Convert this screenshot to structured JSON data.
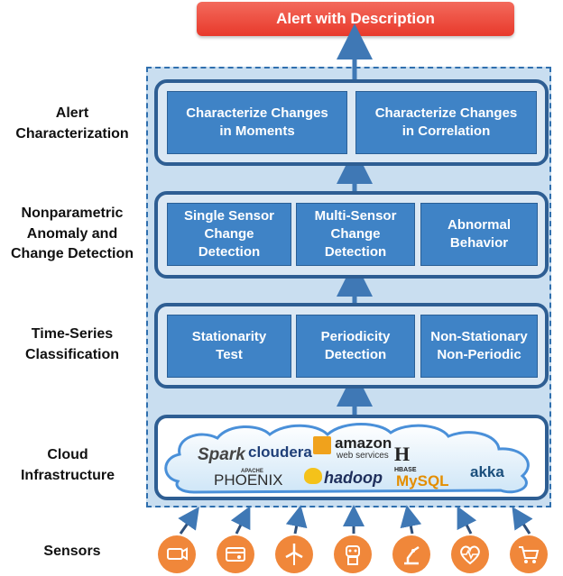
{
  "alert": "Alert with Description",
  "layers": [
    {
      "label": "Alert Characterization",
      "boxes": [
        "Characterize Changes in Moments",
        "Characterize Changes in Correlation"
      ]
    },
    {
      "label": "Nonparametric Anomaly and Change Detection",
      "boxes": [
        "Single Sensor Change Detection",
        "Multi-Sensor Change Detection",
        "Abnormal Behavior"
      ]
    },
    {
      "label": "Time-Series Classification",
      "boxes": [
        "Stationarity Test",
        "Periodicity Detection",
        "Non-Stationary Non-Periodic"
      ]
    },
    {
      "label": "Cloud Infrastructure",
      "logos": [
        "Spark",
        "APACHE",
        "cloudera",
        "amazon",
        "web services",
        "HBASE",
        "PHOENIX",
        "hadoop",
        "MySQL",
        "akka"
      ]
    }
  ],
  "sensors": {
    "label": "Sensors",
    "icons": [
      "camera-icon",
      "card-reader-icon",
      "wind-turbine-icon",
      "robot-icon",
      "robotic-arm-icon",
      "heartbeat-icon",
      "shopping-cart-icon"
    ]
  },
  "colors": {
    "alert": "#e8392b",
    "box": "#3f83c6",
    "layer_border": "#2e5e93",
    "panel": "#c9def0",
    "sensor": "#f0873a"
  }
}
